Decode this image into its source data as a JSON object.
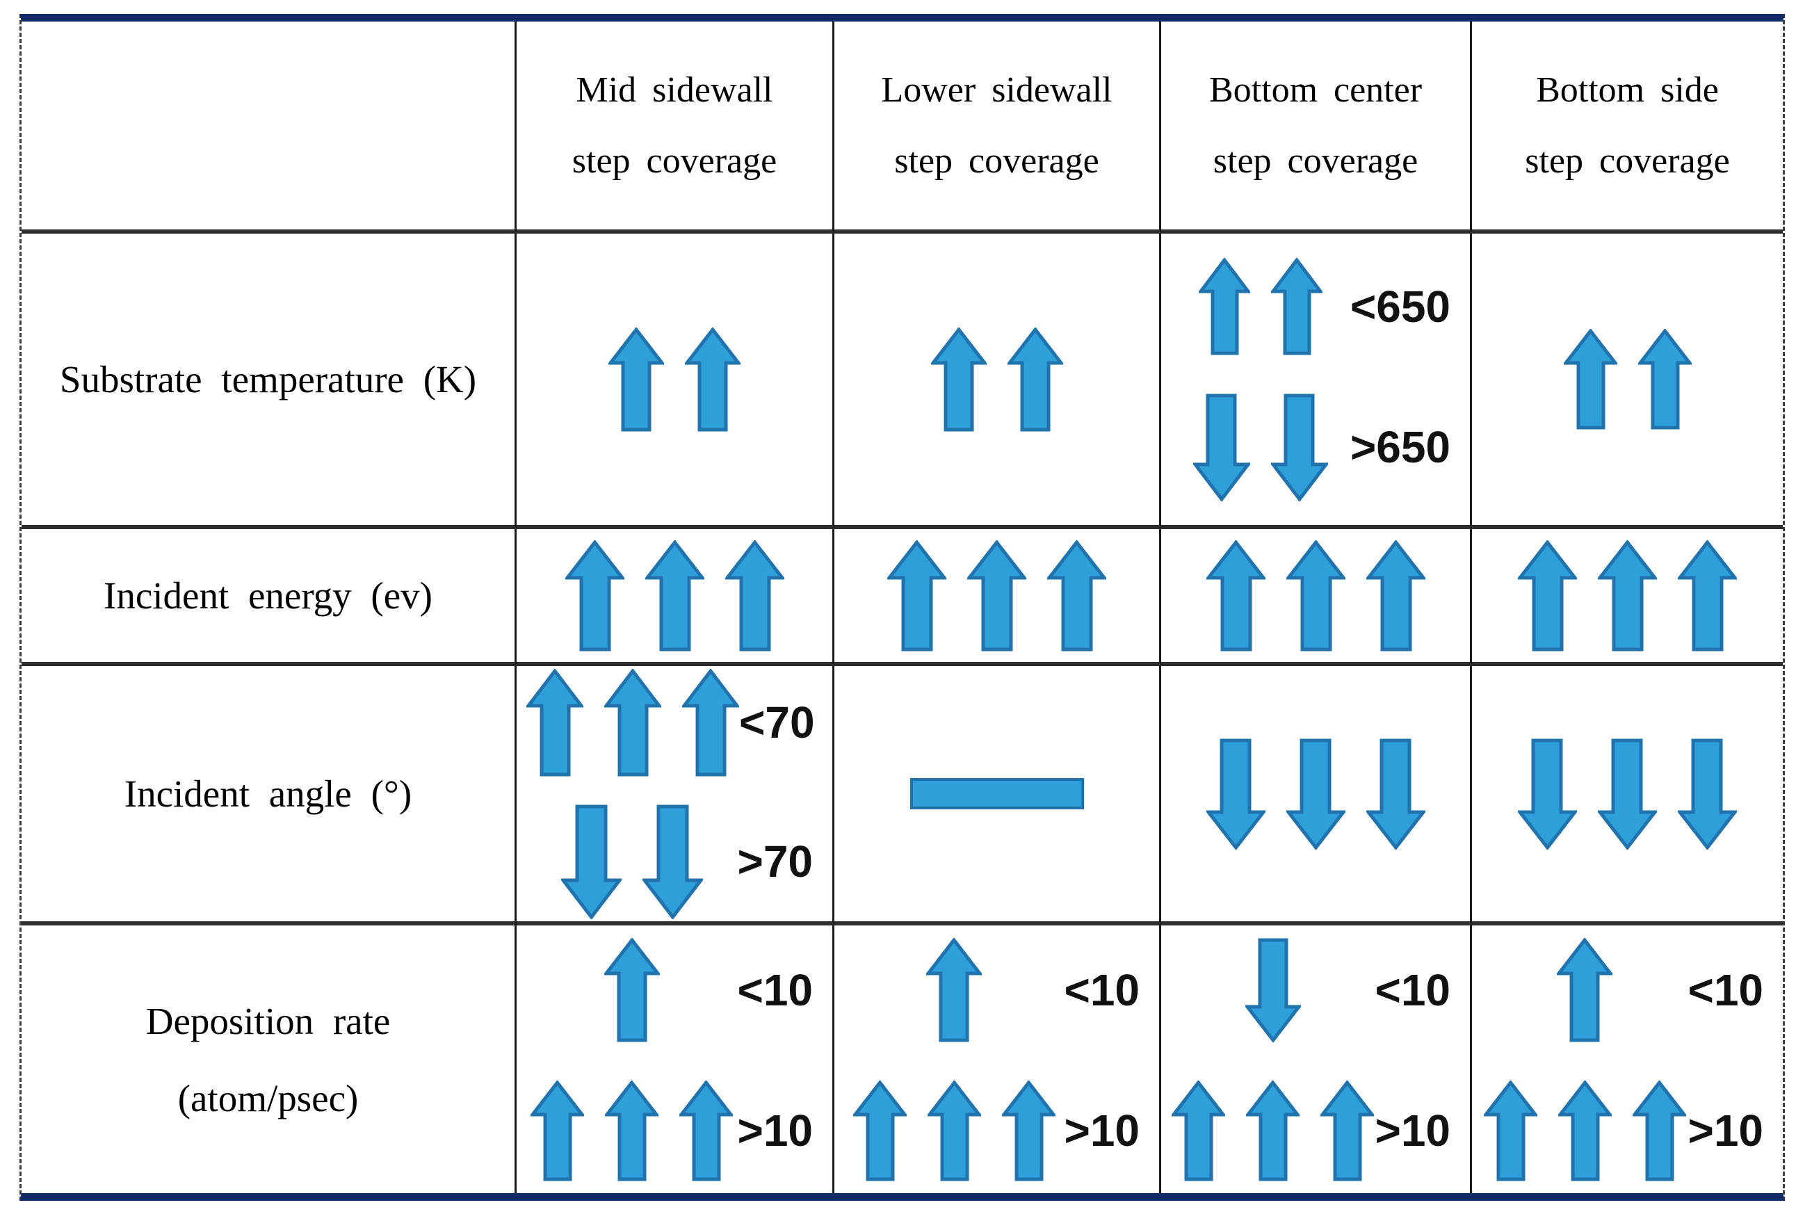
{
  "figure": {
    "type": "trend-table",
    "background": "#FFFFFF"
  },
  "colors": {
    "arrow_fill": "#2E9FD9",
    "arrow_stroke": "#2173AE",
    "frame_navy": "#122A66",
    "grid_line": "#1C1C1C",
    "dashed_border": "#3C3C3C",
    "text": "#000000",
    "label_text": "#111111"
  },
  "table": {
    "corner_label": "",
    "columns": [
      {
        "id": "mid-sidewall",
        "lines": [
          "Mid sidewall",
          "step coverage"
        ]
      },
      {
        "id": "lower-sidewall",
        "lines": [
          "Lower sidewall",
          "step coverage"
        ]
      },
      {
        "id": "bottom-center",
        "lines": [
          "Bottom center",
          "step coverage"
        ]
      },
      {
        "id": "bottom-side",
        "lines": [
          "Bottom side",
          "step coverage"
        ]
      }
    ],
    "rows": [
      {
        "id": "substrate-temperature",
        "lines": [
          "Substrate temperature (K)"
        ]
      },
      {
        "id": "incident-energy",
        "lines": [
          "Incident energy (ev)"
        ]
      },
      {
        "id": "incident-angle",
        "lines": [
          "Incident angle (°)"
        ]
      },
      {
        "id": "deposition-rate",
        "lines": [
          "Deposition rate",
          "(atom/psec)"
        ]
      }
    ],
    "cells": [
      {
        "row": 0,
        "col": 0,
        "groups": [
          {
            "dir": "up",
            "count": 2,
            "h": 150,
            "label": ""
          }
        ]
      },
      {
        "row": 0,
        "col": 1,
        "groups": [
          {
            "dir": "up",
            "count": 2,
            "h": 150,
            "label": ""
          }
        ]
      },
      {
        "row": 0,
        "col": 2,
        "groups": [
          {
            "dir": "up",
            "count": 2,
            "h": 140,
            "label": "<650"
          },
          {
            "dir": "down",
            "count": 2,
            "h": 155,
            "label": ">650"
          }
        ]
      },
      {
        "row": 0,
        "col": 3,
        "groups": [
          {
            "dir": "up",
            "count": 2,
            "h": 145,
            "label": ""
          }
        ]
      },
      {
        "row": 1,
        "col": 0,
        "groups": [
          {
            "dir": "up",
            "count": 3,
            "h": 160,
            "label": ""
          }
        ]
      },
      {
        "row": 1,
        "col": 1,
        "groups": [
          {
            "dir": "up",
            "count": 3,
            "h": 160,
            "label": ""
          }
        ]
      },
      {
        "row": 1,
        "col": 2,
        "groups": [
          {
            "dir": "up",
            "count": 3,
            "h": 160,
            "label": ""
          }
        ]
      },
      {
        "row": 1,
        "col": 3,
        "groups": [
          {
            "dir": "up",
            "count": 3,
            "h": 160,
            "label": ""
          }
        ]
      },
      {
        "row": 2,
        "col": 0,
        "groups": [
          {
            "dir": "up",
            "count": 3,
            "h": 155,
            "label": "<70"
          },
          {
            "dir": "down",
            "count": 2,
            "h": 165,
            "label": ">70"
          }
        ]
      },
      {
        "row": 2,
        "col": 1,
        "groups": [
          {
            "dash": true,
            "label": ""
          }
        ]
      },
      {
        "row": 2,
        "col": 2,
        "groups": [
          {
            "dir": "down",
            "count": 3,
            "h": 160,
            "label": ""
          }
        ]
      },
      {
        "row": 2,
        "col": 3,
        "groups": [
          {
            "dir": "down",
            "count": 3,
            "h": 160,
            "label": ""
          }
        ]
      },
      {
        "row": 3,
        "col": 0,
        "groups": [
          {
            "dir": "up",
            "count": 1,
            "h": 150,
            "label": "<10"
          },
          {
            "dir": "up",
            "count": 3,
            "h": 145,
            "label": ">10"
          }
        ]
      },
      {
        "row": 3,
        "col": 1,
        "groups": [
          {
            "dir": "up",
            "count": 1,
            "h": 150,
            "label": "<10"
          },
          {
            "dir": "up",
            "count": 3,
            "h": 145,
            "label": ">10"
          }
        ]
      },
      {
        "row": 3,
        "col": 2,
        "groups": [
          {
            "dir": "down",
            "count": 1,
            "h": 150,
            "label": "<10"
          },
          {
            "dir": "up",
            "count": 3,
            "h": 145,
            "label": ">10"
          }
        ]
      },
      {
        "row": 3,
        "col": 3,
        "groups": [
          {
            "dir": "up",
            "count": 1,
            "h": 150,
            "label": "<10"
          },
          {
            "dir": "up",
            "count": 3,
            "h": 145,
            "label": ">10"
          }
        ]
      }
    ]
  }
}
